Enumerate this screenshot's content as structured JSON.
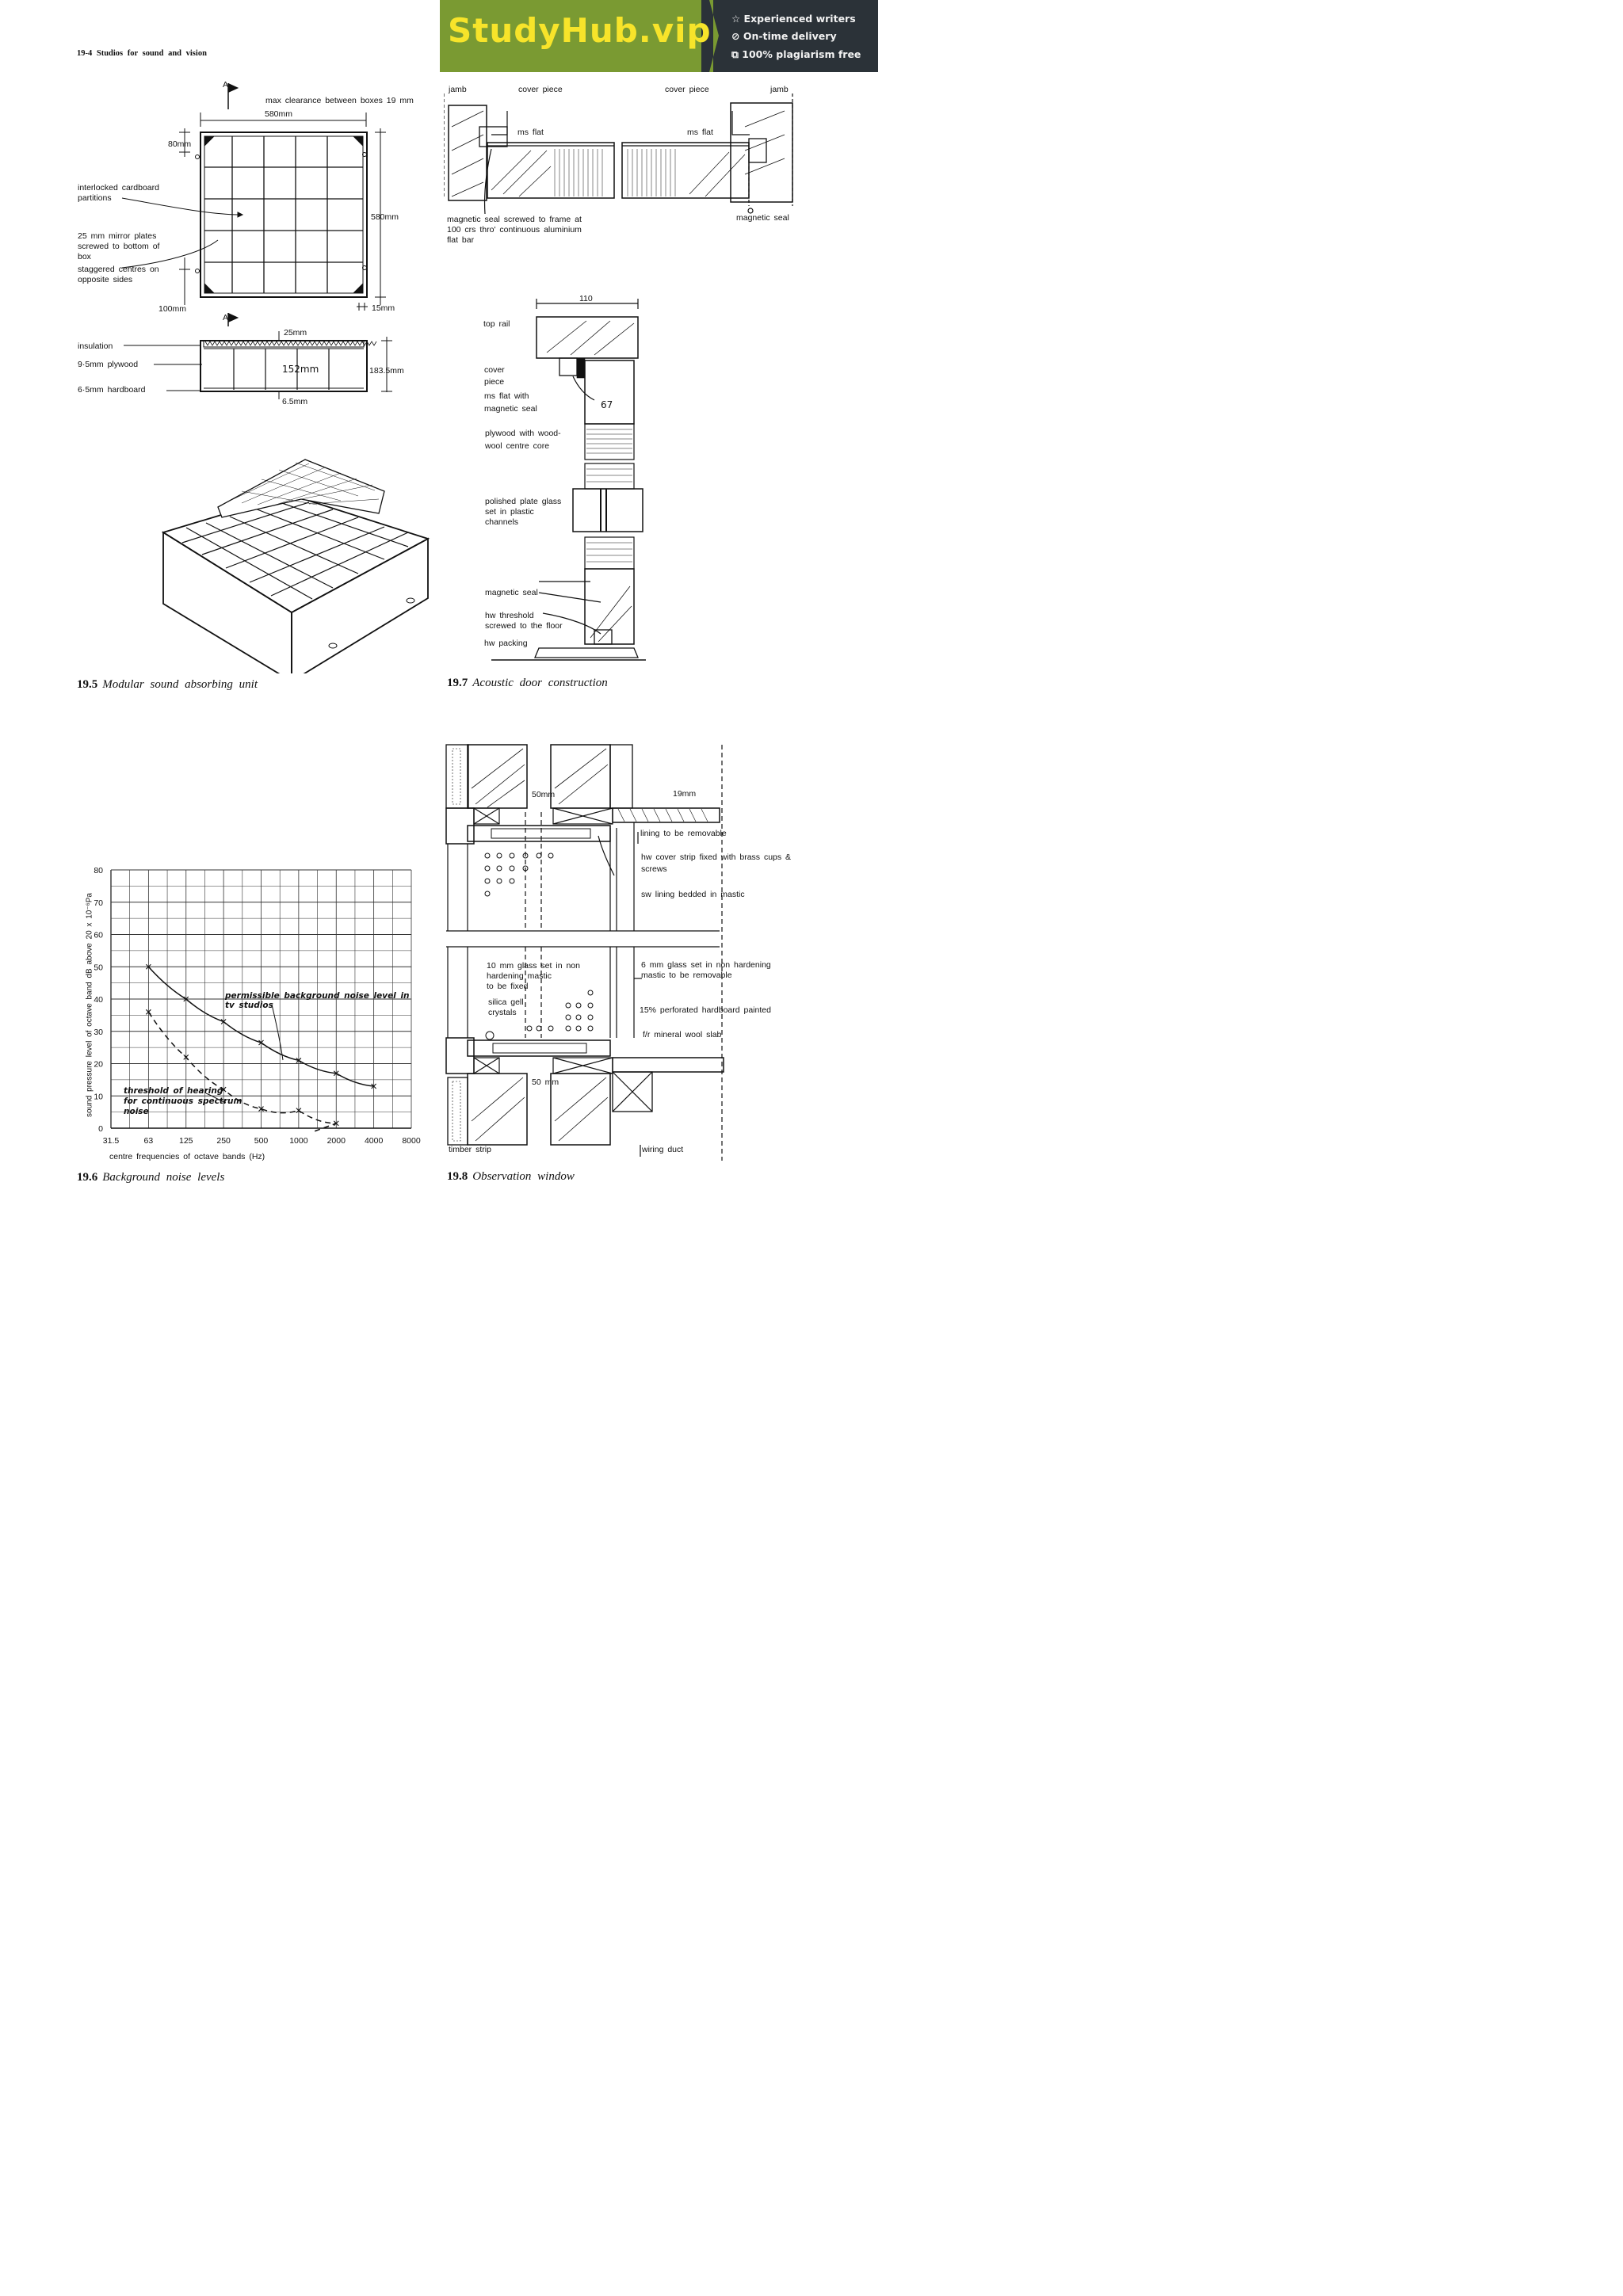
{
  "header": {
    "running_head": "19-4 Studios for sound and vision"
  },
  "banner": {
    "brand": "StudyHub.vip",
    "features": [
      "☆ Experienced writers",
      "⊘ On-time delivery",
      "⧉ 100% plagiarism free"
    ],
    "colors": {
      "brand_bg": "#7a9a32",
      "brand_text": "#f7e42a",
      "dark_bg": "#2b3238"
    }
  },
  "fig195": {
    "caption_num": "19.5",
    "caption_text": "Modular sound absorbing unit",
    "labels": {
      "section_mark": "A",
      "max_clearance": "max clearance between boxes 19 mm",
      "w580": "580mm",
      "d80": "80mm",
      "h580": "580mm",
      "d100": "100mm",
      "d15": "15mm",
      "cardboard": "interlocked cardboard\npartitions",
      "mirror": "25 mm mirror plates\nscrewed to bottom of\nbox",
      "staggered": "staggered centres on\nopposite sides",
      "d25": "25mm",
      "insulation": "insulation",
      "plywood": "9·5mm plywood",
      "hardboard": "6·5mm hardboard",
      "d152": "152mm",
      "d1835": "183.5mm",
      "d65": "6.5mm"
    }
  },
  "fig196": {
    "caption_num": "19.6",
    "caption_text": "Background noise levels",
    "chart_data": {
      "type": "line",
      "xlabel": "centre frequencies of octave bands (Hz)",
      "ylabel": "sound pressure level of octave band dB above 20 x 10⁻⁶Pa",
      "x_ticks": [
        "31.5",
        "63",
        "125",
        "250",
        "500",
        "1000",
        "2000",
        "4000",
        "8000"
      ],
      "ylim": [
        0,
        80
      ],
      "y_ticks": [
        0,
        10,
        20,
        30,
        40,
        50,
        60,
        70,
        80
      ],
      "grid": true,
      "series": [
        {
          "name": "permissible background noise level in tv studios",
          "style": "solid",
          "x": [
            "63",
            "125",
            "250",
            "500",
            "1000",
            "2000",
            "4000"
          ],
          "values": [
            50,
            40,
            33,
            26.5,
            21,
            17,
            13
          ]
        },
        {
          "name": "threshold of hearing for continuous spectrum noise",
          "style": "dashed",
          "x": [
            "63",
            "125",
            "250",
            "500",
            "1000",
            "2000"
          ],
          "values": [
            36,
            22,
            12,
            6,
            5.5,
            1.5
          ]
        }
      ],
      "annotations": [
        "permissible background noise level in tv studios",
        "threshold of hearing for continuous spectrum noise"
      ]
    }
  },
  "fig197": {
    "caption_num": "19.7",
    "caption_text": "Acoustic door construction",
    "labels": {
      "jamb_l": "jamb",
      "cover_l": "cover piece",
      "cover_r": "cover piece",
      "jamb_r": "jamb",
      "msflat_l": "ms flat",
      "msflat_r": "ms flat",
      "magseal_frame": "magnetic seal screwed to frame at\n100 crs thro' continuous aluminium\nflat bar",
      "magseal_r": "magnetic seal",
      "d110": "110",
      "top_rail": "top rail",
      "cover_piece": "cover\npiece",
      "msflat_mag": "ms flat with\nmagnetic seal",
      "d67": "67",
      "plywood": "plywood with wood-\nwool centre core",
      "glass": "polished plate glass\nset in plastic\nchannels",
      "magseal2": "magnetic seal",
      "threshold": "hw threshold\nscrewed to the floor",
      "packing": "hw packing"
    }
  },
  "fig198": {
    "caption_num": "19.8",
    "caption_text": "Observation window",
    "labels": {
      "d50top": "50mm",
      "d19": "19mm",
      "lining": "lining to be removable",
      "cover_strip": "hw cover strip fixed with brass cups &\nscrews",
      "sw_lining": "sw lining bedded in mastic",
      "glass10": "10 mm glass set in non\nhardening mastic\nto be fixed",
      "silica": "silica gell\ncrystals",
      "glass6": "6 mm glass set in non hardening\nmastic to be removable",
      "perforated": "15% perforated hardboard painted",
      "mineral": "f/r mineral wool slab",
      "d50bot": "50 mm",
      "timber": "timber strip",
      "duct": "wiring duct"
    }
  }
}
